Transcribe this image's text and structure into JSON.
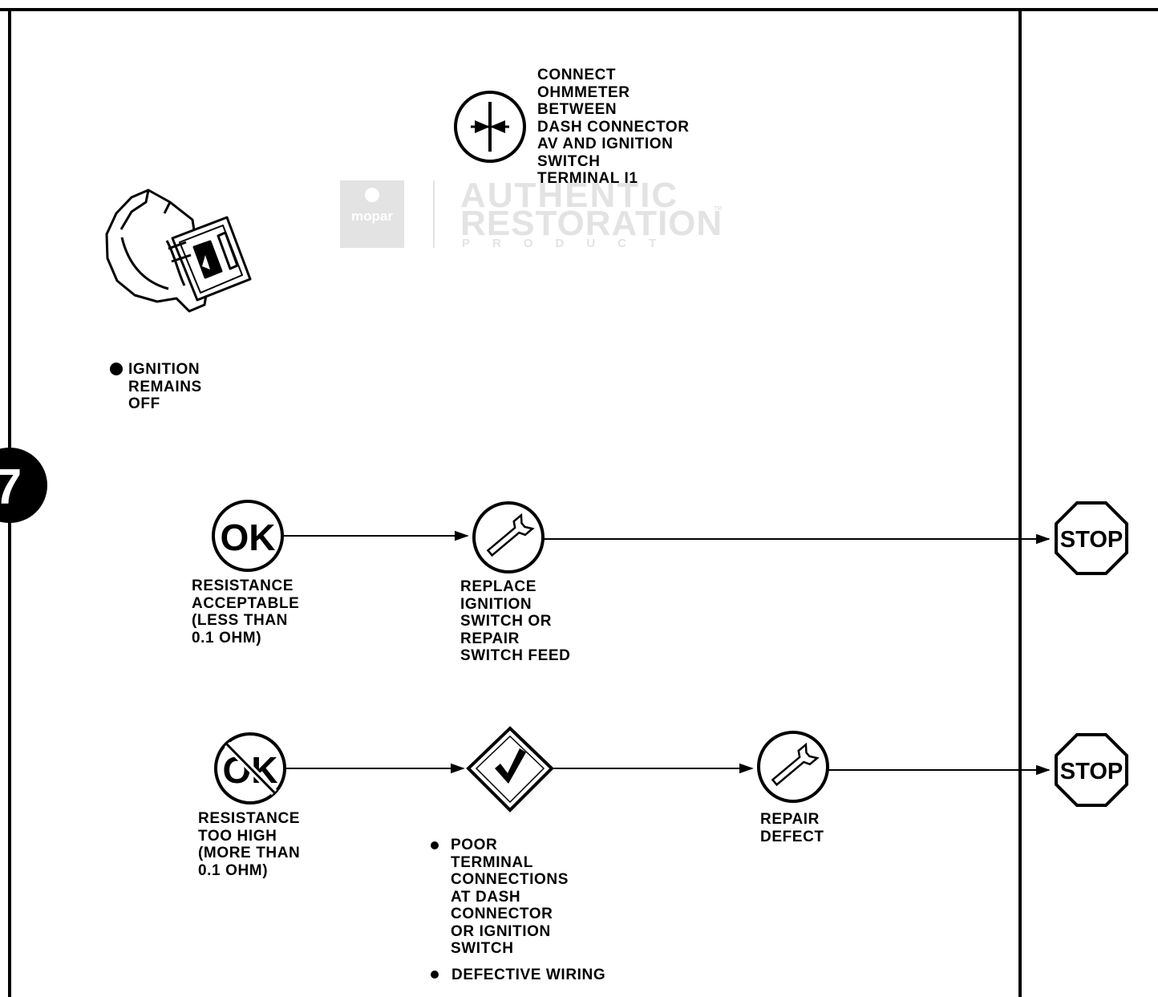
{
  "step_number": "7",
  "watermark": {
    "brand": "mopar",
    "line1": "AUTHENTIC",
    "line2": "RESTORATION",
    "line3": "PRODUCT",
    "tm": "TM"
  },
  "test_instruction": "CONNECT\nOHMMETER\nBETWEEN\nDASH CONNECTOR\nAV AND IGNITION\nSWITCH\nTERMINAL I1",
  "precondition": "IGNITION\nREMAINS\nOFF",
  "ok_branch": {
    "symbol": "OK",
    "condition": "RESISTANCE\nACCEPTABLE\n(LESS THAN\n0.1 OHM)",
    "action": "REPLACE\nIGNITION\nSWITCH OR\nREPAIR\nSWITCH FEED",
    "end": "STOP"
  },
  "not_ok_branch": {
    "symbol": "OK",
    "condition": "RESISTANCE\nTOO HIGH\n(MORE THAN\n0.1 OHM)",
    "check_items": [
      "POOR\nTERMINAL\nCONNECTIONS\nAT DASH\nCONNECTOR\nOR IGNITION\nSWITCH",
      "DEFECTIVE WIRING"
    ],
    "action": "REPAIR\nDEFECT",
    "end": "STOP"
  },
  "icons": [
    "ohmmeter-icon",
    "ignition-key-icon",
    "ok-icon",
    "wrench-icon",
    "stop-sign-icon",
    "not-ok-icon",
    "check-diamond-icon"
  ]
}
